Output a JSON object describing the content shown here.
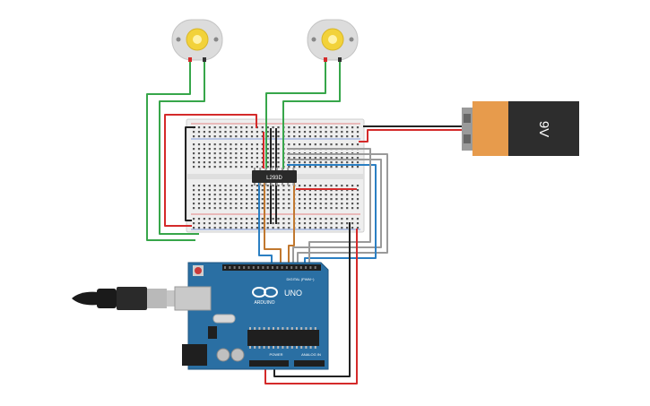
{
  "circuit": {
    "chip_label": "L293D",
    "battery_label": "9V",
    "arduino": {
      "brand": "ARDUINO",
      "model": "UNO",
      "digital_label": "DIGITAL (PWM~)",
      "power_label": "POWER",
      "analog_label": "ANALOG IN"
    }
  },
  "colors": {
    "wire_red": "#d42a2a",
    "wire_green": "#37a64a",
    "wire_black": "#222222",
    "wire_blue": "#2b7fc3",
    "wire_gray": "#9a9a9a",
    "wire_orange": "#c1782f",
    "board_blue": "#2a6fa3",
    "battery_orange": "#e79b4c",
    "battery_black": "#2d2d2d",
    "motor_gray": "#dcdcdc",
    "motor_gear": "#f2d23a",
    "breadboard": "#eeeeee"
  }
}
